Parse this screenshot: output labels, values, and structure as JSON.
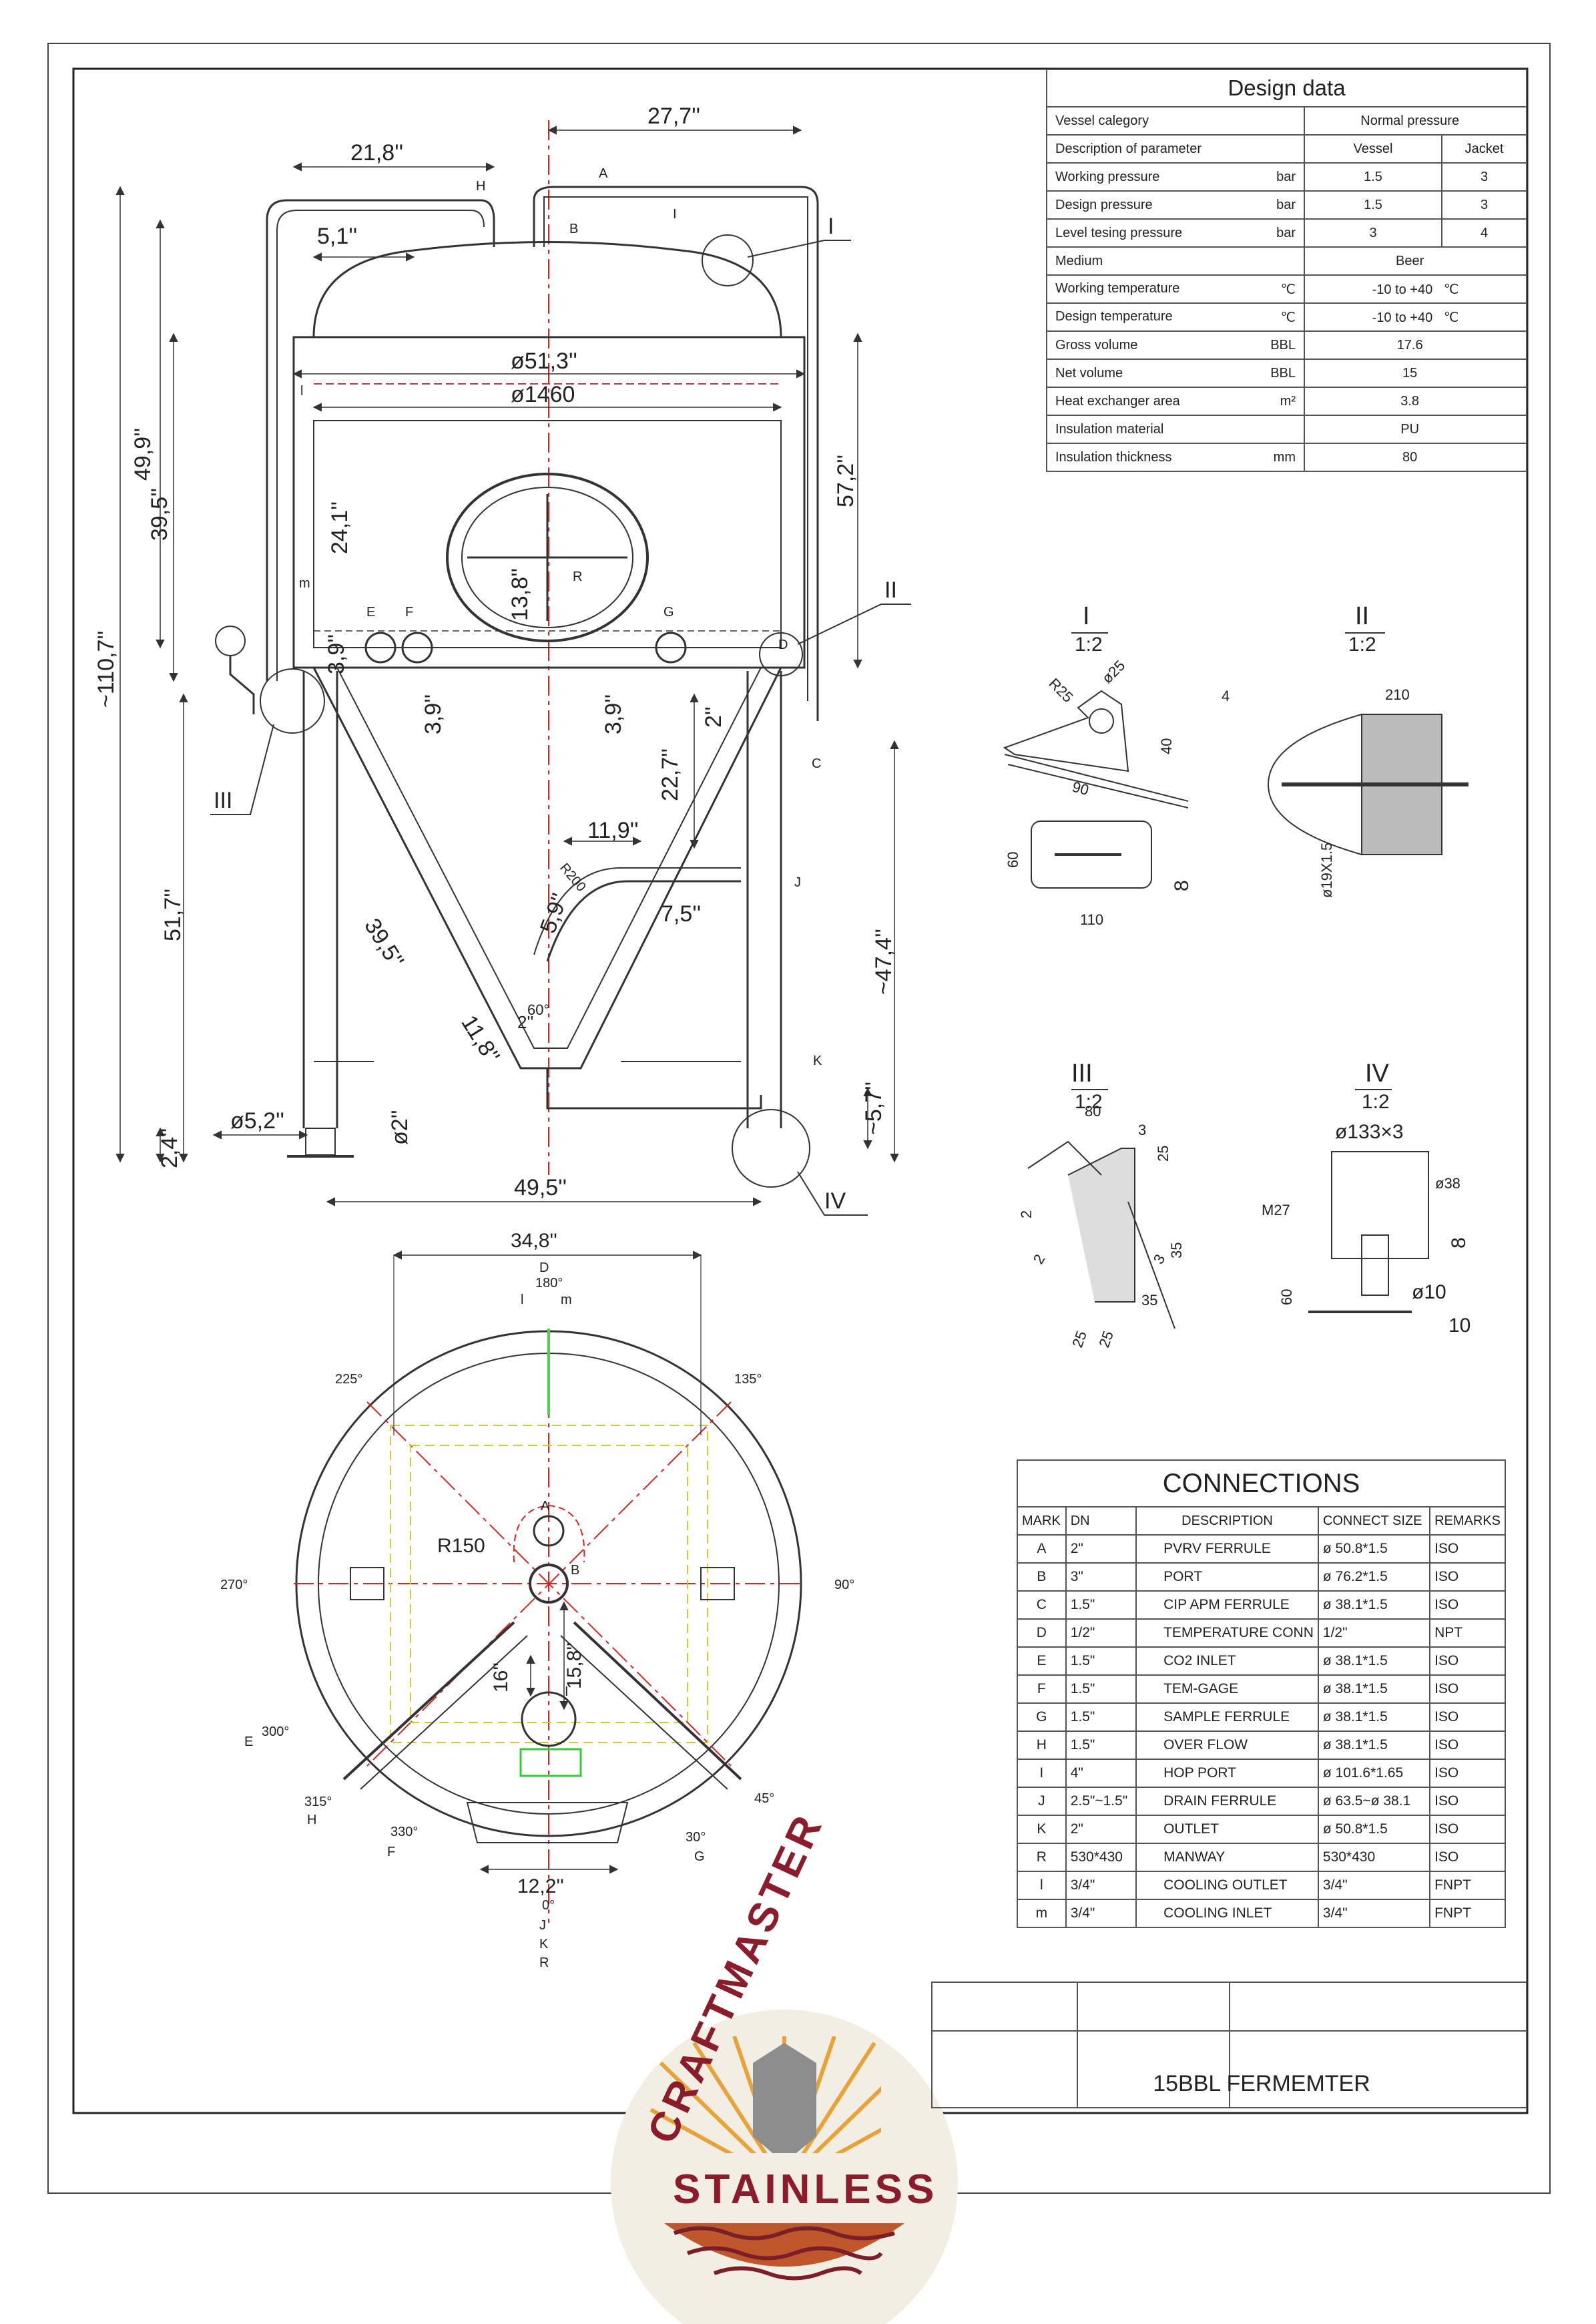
{
  "design_data": {
    "title": "Design data",
    "rows": [
      {
        "label": "Vessel calegory",
        "unit": "",
        "vessel": "Normal pressure",
        "jacket": "",
        "merged": true
      },
      {
        "label": "Description of parameter",
        "unit": "",
        "vessel": "Vessel",
        "jacket": "Jacket",
        "merged": false
      },
      {
        "label": "Working pressure",
        "unit": "bar",
        "vessel": "1.5",
        "jacket": "3",
        "merged": false
      },
      {
        "label": "Design pressure",
        "unit": "bar",
        "vessel": "1.5",
        "jacket": "3",
        "merged": false
      },
      {
        "label": "Level tesing pressure",
        "unit": "bar",
        "vessel": "3",
        "jacket": "4",
        "merged": false
      },
      {
        "label": "Medium",
        "unit": "",
        "vessel": "Beer",
        "jacket": "",
        "merged": true
      },
      {
        "label": "Working temperature",
        "unit": "℃",
        "vessel": "-10 to +40",
        "jacket": "℃",
        "merged": true
      },
      {
        "label": "Design temperature",
        "unit": "℃",
        "vessel": "-10 to +40",
        "jacket": "℃",
        "merged": true
      },
      {
        "label": "Gross volume",
        "unit": "BBL",
        "vessel": "17.6",
        "jacket": "",
        "merged": true
      },
      {
        "label": "Net volume",
        "unit": "BBL",
        "vessel": "15",
        "jacket": "",
        "merged": true
      },
      {
        "label": "Heat exchanger area",
        "unit": "m²",
        "vessel": "3.8",
        "jacket": "",
        "merged": true
      },
      {
        "label": "Insulation material",
        "unit": "",
        "vessel": "PU",
        "jacket": "",
        "merged": true
      },
      {
        "label": "Insulation thickness",
        "unit": "mm",
        "vessel": "80",
        "jacket": "",
        "merged": true
      }
    ]
  },
  "connections": {
    "title": "CONNECTIONS",
    "headers": [
      "MARK",
      "DN",
      "DESCRIPTION",
      "CONNECT SIZE",
      "REMARKS"
    ],
    "rows": [
      [
        "A",
        "2\"",
        "PVRV FERRULE",
        "ø 50.8*1.5",
        "ISO"
      ],
      [
        "B",
        "3\"",
        "PORT",
        "ø 76.2*1.5",
        "ISO"
      ],
      [
        "C",
        "1.5\"",
        "CIP APM FERRULE",
        "ø 38.1*1.5",
        "ISO"
      ],
      [
        "D",
        "1/2\"",
        "TEMPERATURE CONN",
        "1/2\"",
        "NPT"
      ],
      [
        "E",
        "1.5\"",
        "CO2 INLET",
        "ø 38.1*1.5",
        "ISO"
      ],
      [
        "F",
        "1.5\"",
        "TEM-GAGE",
        "ø 38.1*1.5",
        "ISO"
      ],
      [
        "G",
        "1.5\"",
        "SAMPLE FERRULE",
        "ø 38.1*1.5",
        "ISO"
      ],
      [
        "H",
        "1.5\"",
        "OVER FLOW",
        "ø 38.1*1.5",
        "ISO"
      ],
      [
        "I",
        "4\"",
        "HOP PORT",
        "ø 101.6*1.65",
        "ISO"
      ],
      [
        "J",
        "2.5\"~1.5\"",
        "DRAIN FERRULE",
        "ø 63.5~ø 38.1",
        "ISO"
      ],
      [
        "K",
        "2\"",
        "OUTLET",
        "ø 50.8*1.5",
        "ISO"
      ],
      [
        "R",
        "530*430",
        "MANWAY",
        "530*430",
        "ISO"
      ],
      [
        "l",
        "3/4\"",
        "COOLING OUTLET",
        "3/4\"",
        "FNPT"
      ],
      [
        "m",
        "3/4\"",
        "COOLING INLET",
        "3/4\"",
        "FNPT"
      ]
    ]
  },
  "drawing_title": "15BBL FERMEMTER",
  "logo": {
    "top_text": "CRAFTMASTER",
    "bottom_text": "STAINLESS",
    "color": "#8a1c2b",
    "sun_color": "#e8a23a"
  },
  "front_view": {
    "dims": {
      "top_width": "27,7''",
      "left_offset": "21,8''",
      "dome_offset": "5,1''",
      "diameter_in": "ø51,3''",
      "diameter_mm": "ø1460",
      "height_49_9": "49,9''",
      "height_39_5": "39,5''",
      "height_57_2": "57,2''",
      "height_24_1": "24,1''",
      "manway_13_8": "13,8''",
      "total_height": "~110,7''",
      "cyl_3_9": "3,9''",
      "cyl_3_9b": "3,9''",
      "cyl_3_9c": "3,9''",
      "cone_22_7": "22,7''",
      "cone_2": "2''",
      "drain_11_9": "11,9''",
      "drain_5_9": "5,9''",
      "drain_7_5": "7,5''",
      "drain_r200": "R200",
      "leg_51_7": "51,7''",
      "leg_47_4": "~47,4''",
      "cone_39_5": "39,5''",
      "cone_11_8": "11,8''",
      "cone_angle": "60°",
      "cone_2b": "2''",
      "foot_5_2": "ø5,2''",
      "foot_2": "ø2''",
      "foot_2_4": "2,4''",
      "outlet_5_7": "~5,7''",
      "base_49_5": "49,5''"
    },
    "callouts": {
      "I": "I",
      "II": "II",
      "III": "III",
      "IV": "IV"
    },
    "marks": {
      "A": "A",
      "B": "B",
      "C": "C",
      "D": "D",
      "E": "E",
      "F": "F",
      "G": "G",
      "H": "H",
      "I": "I",
      "J": "J",
      "K": "K",
      "R": "R",
      "l": "l",
      "m": "m"
    }
  },
  "details": {
    "I": {
      "title": "I",
      "scale": "1:2",
      "r25": "R25",
      "d25": "ø25",
      "d40": "40",
      "d4": "4",
      "d90": "90",
      "d60": "60",
      "d8": "8",
      "d110": "110"
    },
    "II": {
      "title": "II",
      "scale": "1:2",
      "d210": "210",
      "d19": "ø19X1.5"
    },
    "III": {
      "title": "III",
      "scale": "1:2",
      "d80": "80",
      "d3": "3",
      "d25": "25",
      "d2": "2",
      "d2b": "2",
      "d3b": "3",
      "d35": "35",
      "d35b": "35",
      "d25b": "25",
      "d25c": "25"
    },
    "IV": {
      "title": "IV",
      "scale": "1:2",
      "d133": "ø133×3",
      "d38": "ø38",
      "m27": "M27",
      "d8": "8",
      "d60": "60",
      "d10": "ø10",
      "d10b": "10"
    }
  },
  "top_view": {
    "dims": {
      "width_34_8": "34,8''",
      "r150": "R150",
      "d16": "16''",
      "d15_8": "15,8''",
      "d12_2": "12,2''"
    },
    "angles": {
      "a180": "180°",
      "a135": "135°",
      "a225": "225°",
      "a270": "270°",
      "a90": "90°",
      "a300": "300°",
      "a315": "315°",
      "a330": "330°",
      "a45": "45°",
      "a30": "30°",
      "a0": "0°"
    },
    "marks": {
      "D": "D",
      "l": "l",
      "m": "m",
      "A": "A",
      "B": "B",
      "I": "I",
      "E": "E",
      "H": "H",
      "F": "F",
      "G": "G",
      "J": "J",
      "K": "K",
      "R": "R"
    }
  }
}
